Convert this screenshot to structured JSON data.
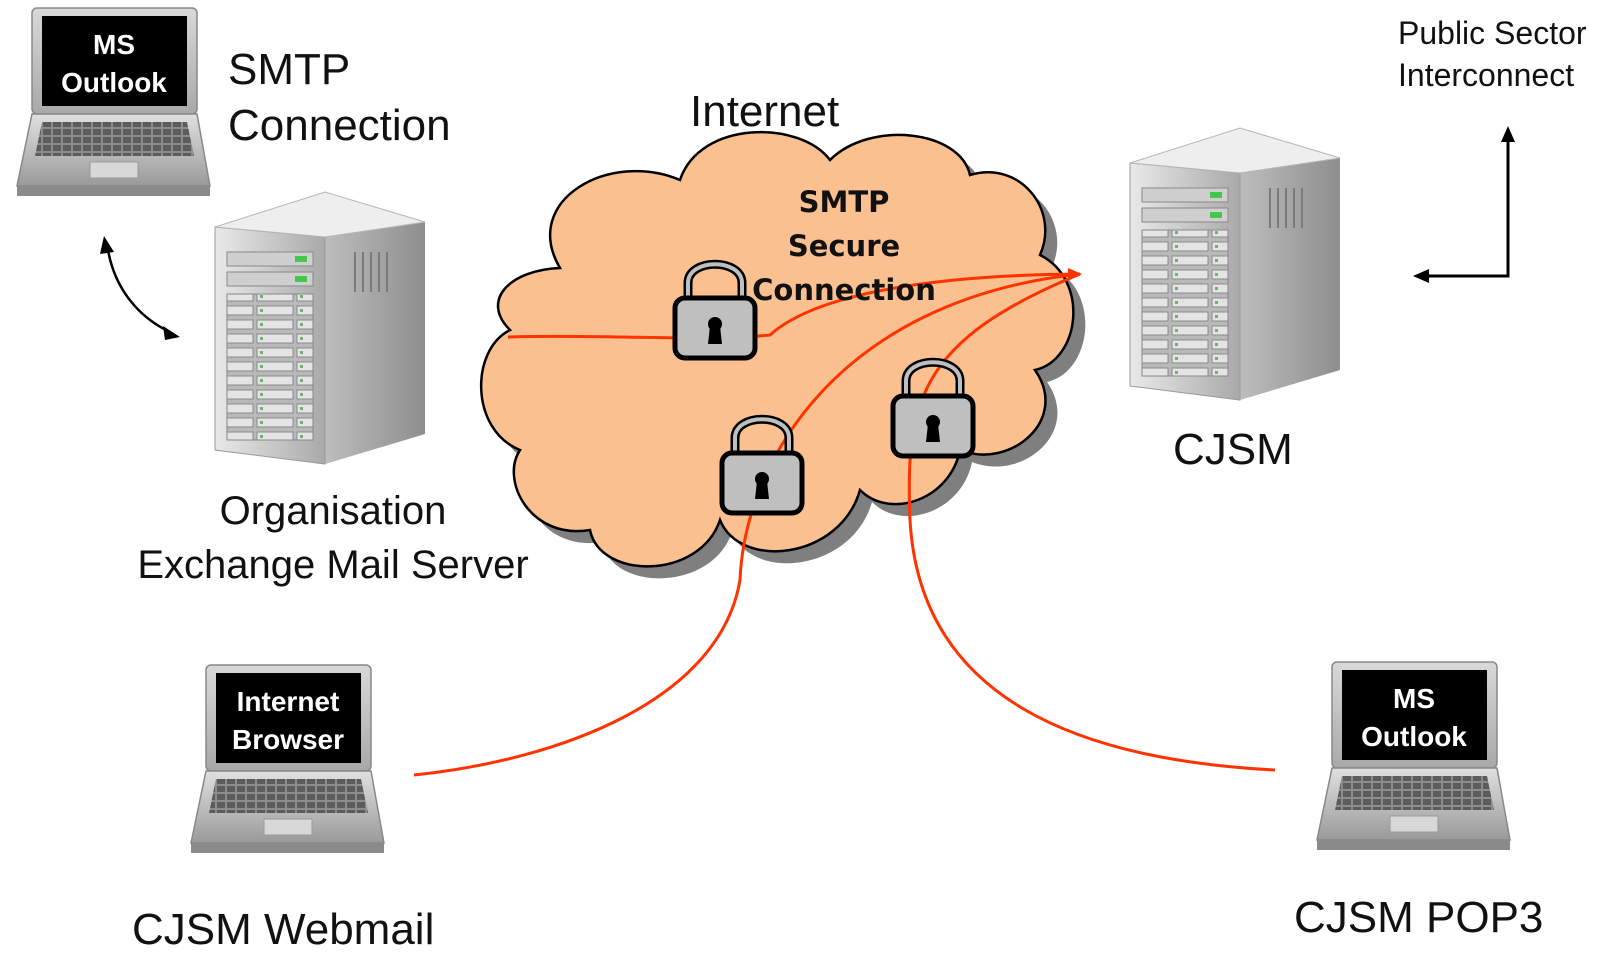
{
  "labels": {
    "smtp_connection": [
      "SMTP",
      "Connection"
    ],
    "internet": "Internet",
    "public_sector": [
      "Public Sector",
      "Interconnect"
    ],
    "cjsm": "CJSM",
    "org_server": [
      "Organisation",
      "Exchange Mail Server"
    ],
    "webmail": "CJSM Webmail",
    "pop3": "CJSM POP3"
  },
  "cloud_text": [
    "SMTP",
    "Secure",
    "Connection"
  ],
  "laptops": {
    "top_left": [
      "MS",
      "Outlook"
    ],
    "bottom_left": [
      "Internet",
      "Browser"
    ],
    "bottom_right": [
      "MS",
      "Outlook"
    ]
  },
  "colors": {
    "cloud_fill": "#fac090",
    "cloud_stroke": "#000000",
    "connection_line": "#ff3300",
    "server_body": "#c8c8c8",
    "lock_fill": "#bfbfbf"
  }
}
